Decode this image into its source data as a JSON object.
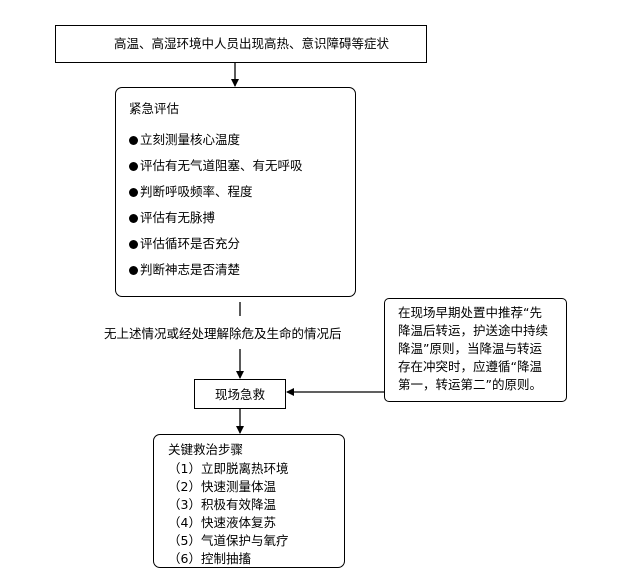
{
  "top_box": {
    "text": "高温、高湿环境中人员出现高热、意识障碍等症状"
  },
  "assessment": {
    "title": "紧急评估",
    "items": [
      "立刻测量核心温度",
      "评估有无气道阻塞、有无呼吸",
      "判断呼吸频率、程度",
      "评估有无脉搏",
      "评估循环是否充分",
      "判断神志是否清楚"
    ]
  },
  "condition_text": "无上述情况或经处理解除危及生命的情况后",
  "side_note": {
    "lines": [
      "在现场早期处置中推荐“先",
      "降温后转运，护送途中持续",
      "降温”原则，当降温与转运",
      "存在冲突时，应遵循“降温",
      "第一，转运第二”的原则。"
    ]
  },
  "rescue_box": {
    "text": "现场急救"
  },
  "treatment": {
    "title": "关键救治步骤",
    "steps": [
      "（1）立即脱离热环境",
      "（2）快速测量体温",
      "（3）积极有效降温",
      "（4）快速液体复苏",
      "（5）气道保护与氧疗",
      "（6）控制抽搐"
    ]
  }
}
